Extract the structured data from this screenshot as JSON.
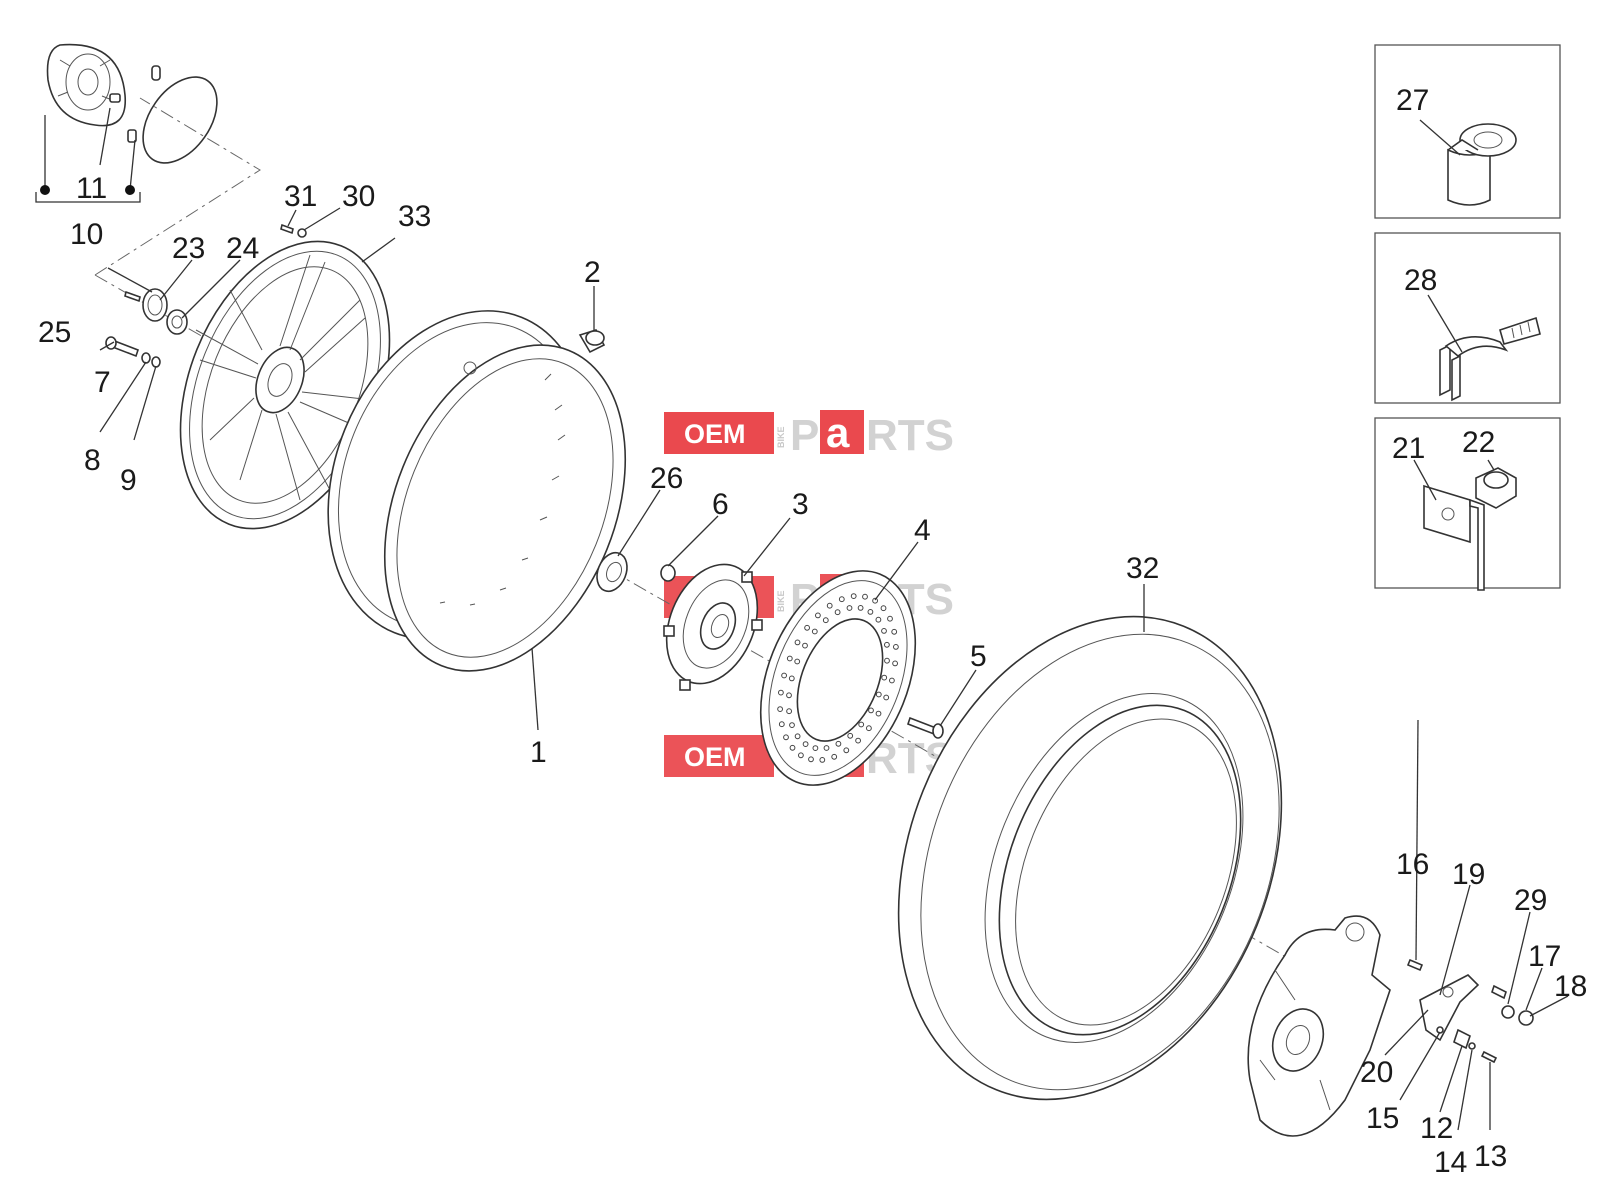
{
  "watermark": {
    "oem": "OEM",
    "bike": "BIKE",
    "parts_p": "P",
    "parts_a": "a",
    "parts_rts": "RTS",
    "color_red": "#e8353b",
    "color_gray": "#d2d2d2"
  },
  "callouts": {
    "c1": "1",
    "c2": "2",
    "c3": "3",
    "c4": "4",
    "c5": "5",
    "c6": "6",
    "c7": "7",
    "c8": "8",
    "c9": "9",
    "c10": "10",
    "c11": "11",
    "c12": "12",
    "c13": "13",
    "c14": "14",
    "c15": "15",
    "c16": "16",
    "c17": "17",
    "c18": "18",
    "c19": "19",
    "c20": "20",
    "c21": "21",
    "c22": "22",
    "c23": "23",
    "c24": "24",
    "c25": "25",
    "c26": "26",
    "c27": "27",
    "c28": "28",
    "c29": "29",
    "c30": "30",
    "c31": "31",
    "c32": "32",
    "c33": "33"
  }
}
